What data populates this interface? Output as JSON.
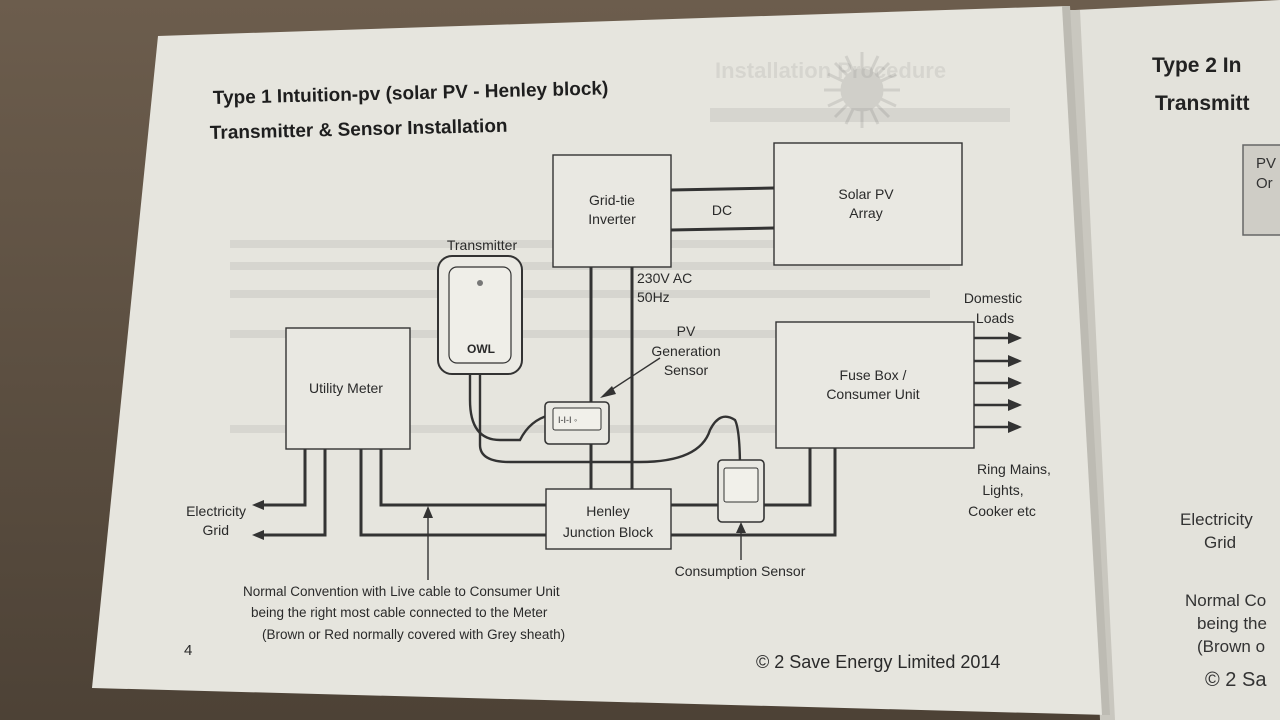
{
  "main_page": {
    "title_line1": "Type 1 Intuition-pv (solar PV - Henley block)",
    "title_line2": "Transmitter & Sensor Installation",
    "page_number": "4",
    "copyright": "© 2 Save Energy Limited 2014",
    "diagram": {
      "inverter": [
        "Grid-tie",
        "Inverter"
      ],
      "dc": "DC",
      "solar_array": [
        "Solar PV",
        "Array"
      ],
      "ac_supply": [
        "230V AC",
        "50Hz"
      ],
      "transmitter": "Transmitter",
      "transmitter_logo": "OWL",
      "pv_sensor": [
        "PV",
        "Generation",
        "Sensor"
      ],
      "utility_meter": "Utility Meter",
      "fuse_box": [
        "Fuse Box /",
        "Consumer Unit"
      ],
      "domestic_loads": [
        "Domestic",
        "Loads"
      ],
      "ring_mains": [
        "Ring Mains,",
        "Lights,",
        "Cooker etc"
      ],
      "electricity_grid": [
        "Electricity",
        "Grid"
      ],
      "henley_block": [
        "Henley",
        "Junction Block"
      ],
      "consumption_sensor": "Consumption Sensor",
      "convention_note": [
        "Normal Convention with Live cable to Consumer Unit",
        "being the right most cable connected to the Meter",
        "(Brown or Red normally covered with Grey sheath)"
      ]
    }
  },
  "next_page": {
    "title_line1": "Type 2 In",
    "title_line2": "Transmitt",
    "box_label": [
      "PV",
      "Or"
    ],
    "electricity_grid": [
      "Electricity",
      "Grid"
    ],
    "note": [
      "Normal Co",
      "being the",
      "(Brown o"
    ],
    "copyright": "© 2 Sa"
  }
}
